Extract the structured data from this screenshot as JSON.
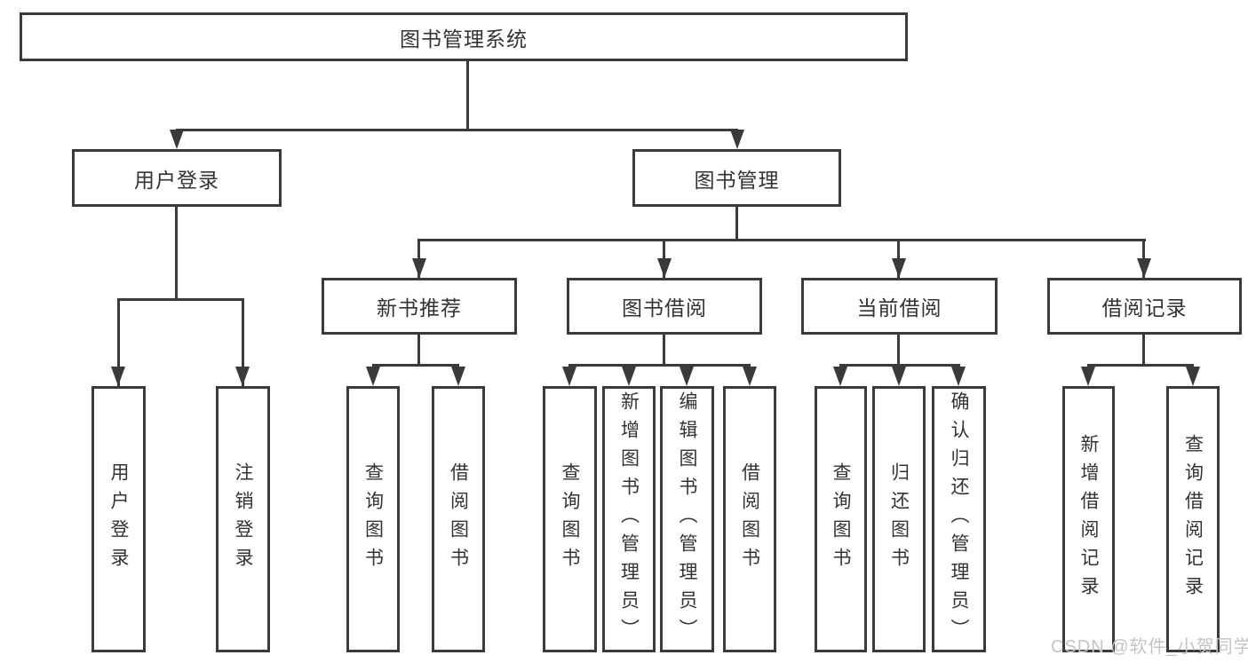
{
  "tree": {
    "root": {
      "label": "图书管理系统"
    },
    "branches": [
      {
        "label": "用户登录",
        "children": [
          {
            "label": "用户登录"
          },
          {
            "label": "注销登录"
          }
        ]
      },
      {
        "label": "图书管理",
        "children": [
          {
            "label": "新书推荐",
            "children": [
              {
                "label": "查询图书"
              },
              {
                "label": "借阅图书"
              }
            ]
          },
          {
            "label": "图书借阅",
            "children": [
              {
                "label": "查询图书"
              },
              {
                "label": "新增图书（管理员）"
              },
              {
                "label": "编辑图书（管理员）"
              },
              {
                "label": "借阅图书"
              }
            ]
          },
          {
            "label": "当前借阅",
            "children": [
              {
                "label": "查询图书"
              },
              {
                "label": "归还图书"
              },
              {
                "label": "确认归还（管理员）"
              }
            ]
          },
          {
            "label": "借阅记录",
            "children": [
              {
                "label": "新增借阅记录"
              },
              {
                "label": "查询借阅记录"
              }
            ]
          }
        ]
      }
    ]
  },
  "watermark": "CSDN @软件_小贺同学",
  "colors": {
    "line": "#3a3a3a",
    "text": "#333333",
    "watermark": "#c4c4c4",
    "background": "#ffffff"
  }
}
